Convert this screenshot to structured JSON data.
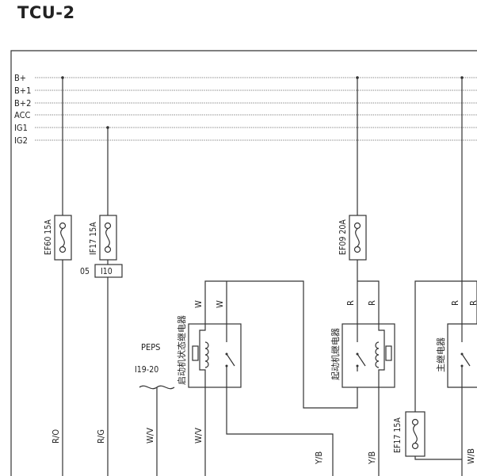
{
  "title": "TCU-2",
  "bus_lines": [
    "B+",
    "B+1",
    "B+2",
    "ACC",
    "IG1",
    "IG2"
  ],
  "fuses": {
    "ef60": "EF60 15A",
    "if17": "IF17 15A",
    "ef09": "EF09 20A",
    "ef17": "EF17 15A"
  },
  "connector": {
    "pin": "05",
    "id": "I10"
  },
  "peps": {
    "name": "PEPS",
    "pin": "I19-20"
  },
  "relays": {
    "left": "启动机状态继电器",
    "middle": "起动机继电器",
    "right": "主继电器"
  },
  "wire_colors": {
    "w1": "W",
    "w2": "W",
    "r1": "R",
    "r2": "R",
    "r3": "R",
    "r4": "R",
    "ro": "R/O",
    "rg": "R/G",
    "wv1": "W/V",
    "wv2": "W/V",
    "yb1": "Y/B",
    "yb2": "Y/B",
    "wb": "W/B"
  },
  "colors": {
    "line": "#333333",
    "text": "#222222"
  }
}
